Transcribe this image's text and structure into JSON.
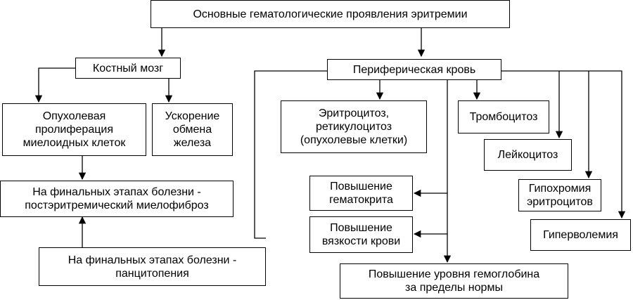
{
  "diagram": {
    "title": "Основные гематологические проявления эритремии",
    "bone_marrow": "Костный мозг",
    "peripheral_blood": "Периферическая кровь",
    "proliferation": "Опухолевая\nпролиферация\nмиелоидных клеток",
    "iron_exchange": "Ускорение\nобмена\nжелеза",
    "myelofibrosis": "На финальных этапах болезни -\nпостэритремический миелофиброз",
    "pancytopenia": "На финальных этапах болезни -\nпанцитопения",
    "erythrocytosis": "Эритроцитоз,\nретикулоцитоз\n(опухолевые клетки)",
    "thrombocytosis": "Тромбоцитоз",
    "leukocytosis": "Лейкоцитоз",
    "hypochromia": "Гипохромия\nэритроцитов",
    "hypervolemia": "Гиперволемия",
    "hematocrit": "Повышение\nгематокрита",
    "viscosity": "Повышение\nвязкости крови",
    "hemoglobin": "Повышение уровня гемоглобина\nза пределы нормы"
  }
}
